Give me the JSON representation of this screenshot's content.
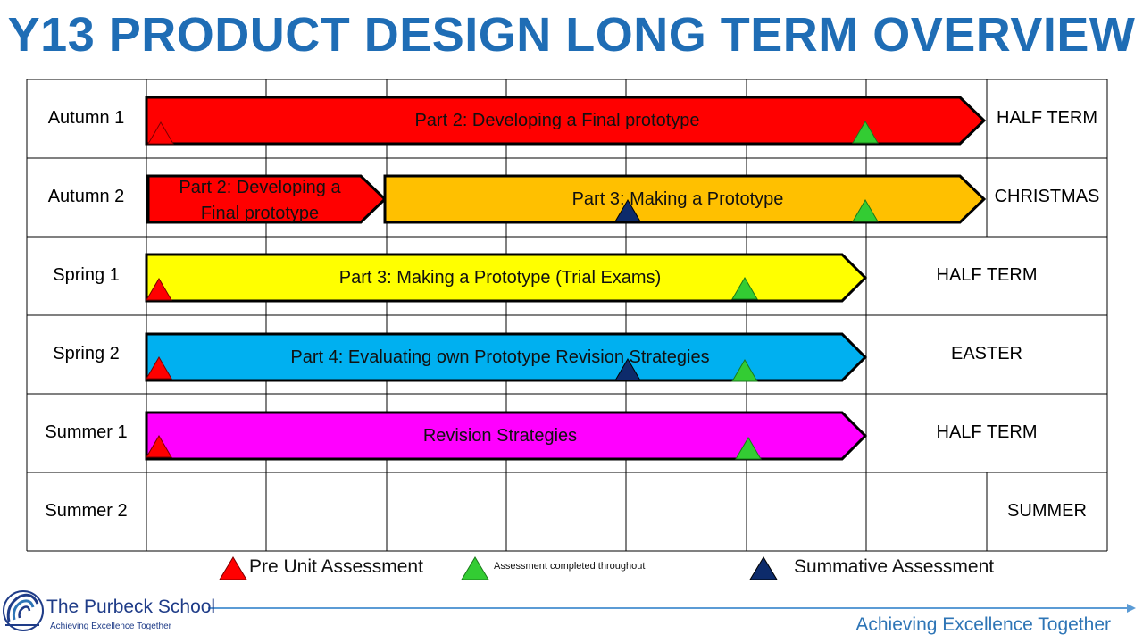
{
  "title": "Y13 PRODUCT DESIGN LONG TERM OVERVIEW",
  "rows": [
    {
      "label": "Autumn 1",
      "break": "HALF TERM"
    },
    {
      "label": "Autumn 2",
      "break": "CHRISTMAS"
    },
    {
      "label": "Spring 1",
      "break": "HALF TERM"
    },
    {
      "label": "Spring 2",
      "break": "EASTER"
    },
    {
      "label": "Summer 1",
      "break": "HALF TERM"
    },
    {
      "label": "Summer 2",
      "break": "SUMMER"
    }
  ],
  "units": {
    "autumn1": "Part 2: Developing a Final prototype",
    "autumn2a_line1": "Part 2: Developing a",
    "autumn2a_line2": "Final prototype",
    "autumn2b": "Part 3: Making a Prototype",
    "spring1": "Part 3: Making a Prototype (Trial Exams)",
    "spring2": "Part 4: Evaluating own Prototype Revision Strategies",
    "summer1": "Revision Strategies"
  },
  "legend": {
    "pre_unit": "Pre Unit Assessment",
    "throughout": "Assessment completed throughout",
    "summative": "Summative Assessment"
  },
  "footer": {
    "school_name": "The Purbeck School",
    "school_motto": "Achieving Excellence Together",
    "tagline": "Achieving Excellence Together"
  },
  "colors": {
    "title": "#1f6db5",
    "red": "#ff0000",
    "orange": "#ffc000",
    "yellow": "#ffff00",
    "blue": "#00b0f0",
    "magenta": "#ff00ff",
    "green_marker": "#33cc33",
    "navy_marker": "#0d2b6b"
  }
}
